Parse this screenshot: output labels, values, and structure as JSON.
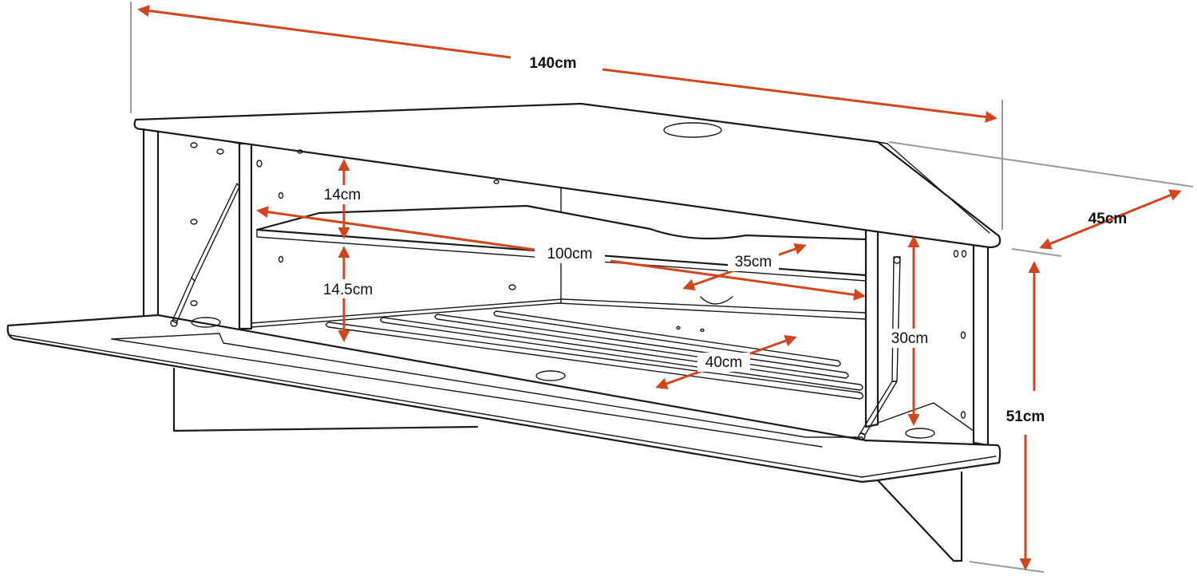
{
  "colors": {
    "dimension_arrow": "#d2461e",
    "outline": "#1a1a1a",
    "extension_line": "#9a9a9a"
  },
  "dimensions": {
    "overall_width": "140cm",
    "depth": "45cm",
    "overall_height": "51cm",
    "shelf_width": "100cm",
    "upper_gap": "14cm",
    "lower_gap": "14.5cm",
    "shelf_depth": "35cm",
    "base_depth": "40cm",
    "inner_height": "30cm"
  }
}
